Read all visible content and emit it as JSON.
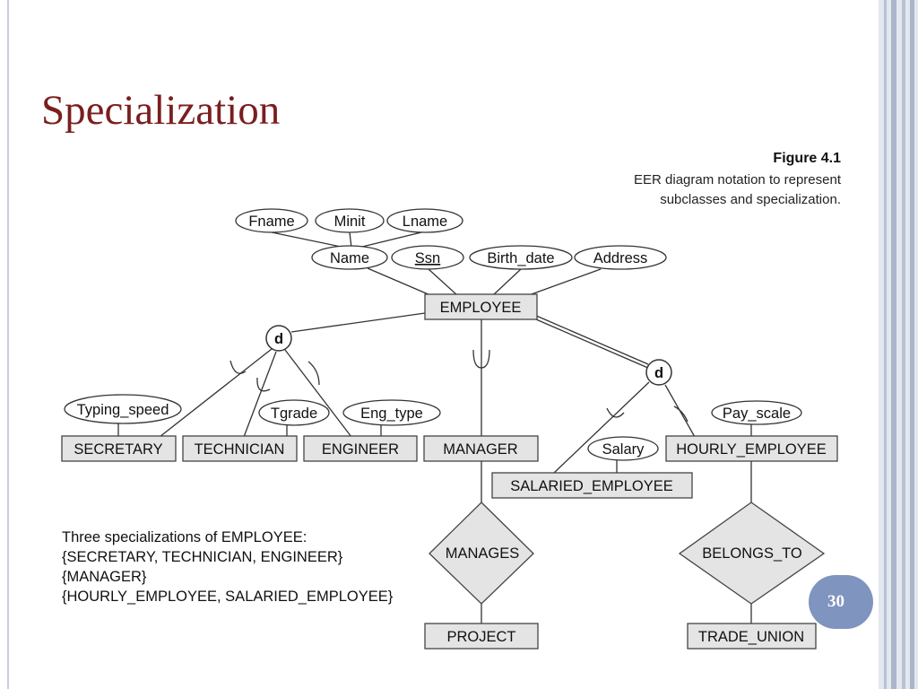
{
  "slide": {
    "title": "Specialization",
    "page_number": "30"
  },
  "figure": {
    "number": "Figure 4.1",
    "caption_lines": [
      "EER diagram notation to represent",
      "subclasses and specialization."
    ]
  },
  "diagram": {
    "attributes": {
      "fname": "Fname",
      "minit": "Minit",
      "lname": "Lname",
      "name": "Name",
      "ssn": "Ssn",
      "birth_date": "Birth_date",
      "address": "Address",
      "typing_speed": "Typing_speed",
      "tgrade": "Tgrade",
      "eng_type": "Eng_type",
      "pay_scale": "Pay_scale",
      "salary": "Salary"
    },
    "entities": {
      "employee": "EMPLOYEE",
      "secretary": "SECRETARY",
      "technician": "TECHNICIAN",
      "engineer": "ENGINEER",
      "manager": "MANAGER",
      "hourly_employee": "HOURLY_EMPLOYEE",
      "salaried_employee": "SALARIED_EMPLOYEE",
      "project": "PROJECT",
      "trade_union": "TRADE_UNION"
    },
    "relationships": {
      "manages": "MANAGES",
      "belongs_to": "BELONGS_TO"
    },
    "disjoint_marker": "d"
  },
  "notes": {
    "lines": [
      "Three specializations of EMPLOYEE:",
      "{SECRETARY, TECHNICIAN, ENGINEER}",
      "{MANAGER}",
      "{HOURLY_EMPLOYEE, SALARIED_EMPLOYEE}"
    ]
  },
  "colors": {
    "title": "#7a1f1f",
    "entity_fill": "#e4e4e4",
    "badge": "#7f94be"
  }
}
